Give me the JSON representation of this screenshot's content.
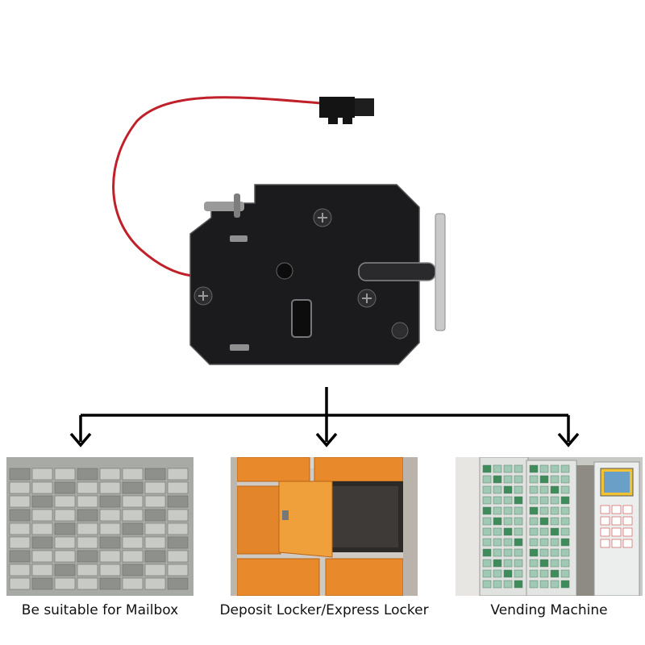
{
  "product": {
    "icon": "electronic-cabinet-lock",
    "body_color": "#1b1b1d",
    "wire_color": "#c0202a"
  },
  "applications": [
    {
      "label": "Be suitable for Mailbox",
      "image": "mailbox-wall-photo"
    },
    {
      "label": "Deposit Locker/Express Locker",
      "image": "orange-deposit-locker-photo"
    },
    {
      "label": "Vending Machine",
      "image": "vending-machine-photo"
    }
  ],
  "colors": {
    "locker_orange": "#e8892b",
    "mailbox_gray": "#bfc0bd",
    "vending_green": "#3e8c5a"
  }
}
